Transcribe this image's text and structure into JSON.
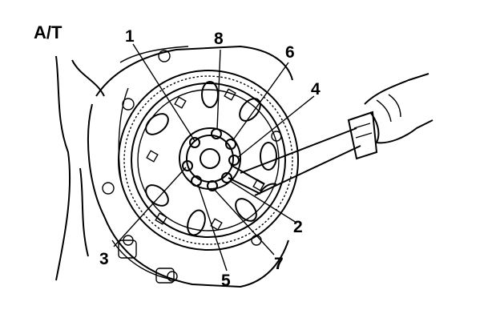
{
  "diagram": {
    "transmission_label": "A/T",
    "bolt_labels": {
      "b1": "1",
      "b2": "2",
      "b3": "3",
      "b4": "4",
      "b5": "5",
      "b6": "6",
      "b7": "7",
      "b8": "8"
    }
  }
}
